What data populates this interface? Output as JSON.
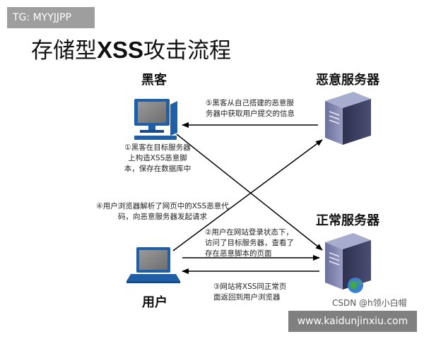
{
  "tag": {
    "text": "TG: MYYJJPP"
  },
  "title": {
    "prefix": "存储型",
    "bold": "XSS",
    "suffix": "攻击流程"
  },
  "actors": {
    "hacker": "黑客",
    "evil_server": "恶意服务器",
    "normal_server": "正常服务器",
    "user": "用户"
  },
  "steps": {
    "s1": [
      "①黑客在目标服务器",
      "上构造XSS恶意脚",
      "本，保存在数据库中"
    ],
    "s2": [
      "②用户在网站登录状态下，",
      "访问了目标服务器，查看了",
      "存在恶意脚本的页面"
    ],
    "s3": [
      "③网站将XSS同正常页",
      "面返回到用户浏览器"
    ],
    "s4": [
      "④用户浏览器解析了网页中的XSS恶意代",
      "码，向恶意服务器发起请求"
    ],
    "s5": [
      "⑤黑客从自己搭建的恶意服",
      "务器中获取用户提交的信息"
    ]
  },
  "watermark": "CSDN @h领小白帽",
  "site": "www.kaidunjinxiu.com",
  "colors": {
    "monitor_frame": "#1f5fa8",
    "server_top": "#7a7fa8",
    "server_front": "#3a3d5c",
    "arrow": "#000000"
  }
}
